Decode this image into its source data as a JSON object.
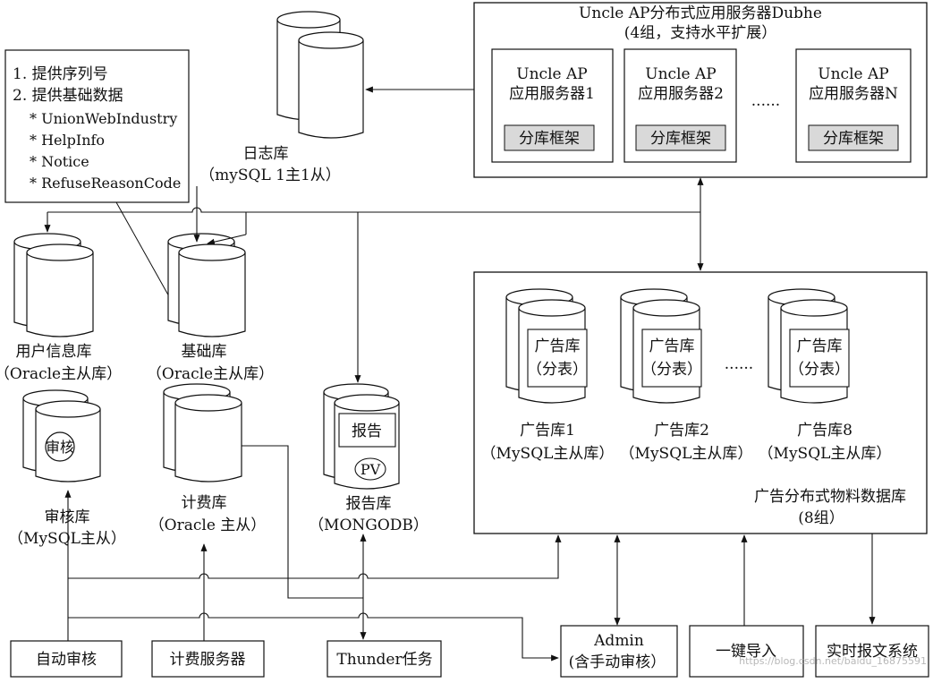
{
  "app_server_cluster": {
    "title": "Uncle AP分布式应用服务器Dubhe",
    "subtitle": "(4组，支持水平扩展）",
    "servers": [
      {
        "name_line1": "Uncle AP",
        "name_line2": "应用服务器1",
        "sharding": "分库框架"
      },
      {
        "name_line1": "Uncle AP",
        "name_line2": "应用服务器2",
        "sharding": "分库框架"
      },
      {
        "name_line1": "Uncle AP",
        "name_line2": "应用服务器N",
        "sharding": "分库框架"
      }
    ],
    "ellipsis": "......"
  },
  "notes": {
    "line1": "1. 提供序列号",
    "line2": "2. 提供基础数据",
    "items": [
      "* UnionWebIndustry",
      "* HelpInfo",
      "* Notice",
      "* RefuseReasonCode"
    ]
  },
  "log_db": {
    "name": "日志库",
    "detail": "（mySQL 1主1从）"
  },
  "user_db": {
    "name": "用户信息库",
    "detail": "（Oracle主从库）"
  },
  "base_db": {
    "name": "基础库",
    "detail": "（Oracle主从库）"
  },
  "audit_db": {
    "inner": "审核",
    "name": "审核库",
    "detail": "（MySQL主从）"
  },
  "billing_db": {
    "name": "计费库",
    "detail": "（Oracle 主从）"
  },
  "report_db": {
    "inner_top": "报告",
    "inner_bottom": "PV",
    "name": "报告库",
    "detail": "（MONGODB）"
  },
  "ad_cluster": {
    "dbs": [
      {
        "inner1": "广告库",
        "inner2": "（分表）",
        "name": "广告库1",
        "detail": "（MySQL主从库）"
      },
      {
        "inner1": "广告库",
        "inner2": "（分表）",
        "name": "广告库2",
        "detail": "（MySQL主从库）"
      },
      {
        "inner1": "广告库",
        "inner2": "（分表）",
        "name": "广告库8",
        "detail": "（MySQL主从库）"
      }
    ],
    "ellipsis": "......",
    "title": "广告分布式物料数据库",
    "subtitle": "(8组）"
  },
  "bottom_systems": {
    "auto_audit": "自动审核",
    "billing_server": "计费服务器",
    "thunder": "Thunder任务",
    "admin_line1": "Admin",
    "admin_line2": "(含手动审核）",
    "one_click_import": "一键导入",
    "realtime_report": "实时报文系统"
  },
  "watermark": "https://blog.csdn.net/baidu_16875591"
}
